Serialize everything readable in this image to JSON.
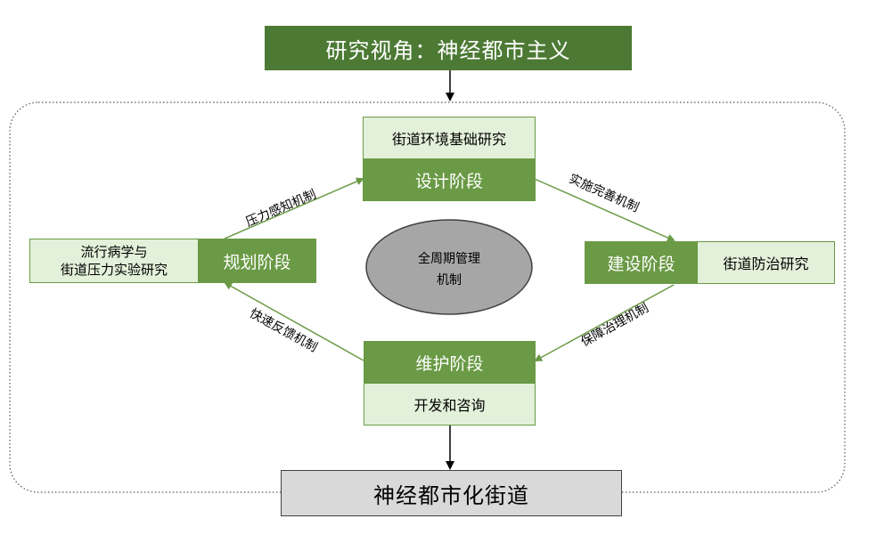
{
  "title": "研究视角：神经都市主义",
  "bottom": "神经都市化街道",
  "center": {
    "line1": "全周期管理",
    "line2": "机制"
  },
  "stages": {
    "design": {
      "name": "设计阶段",
      "research": "街道环境基础研究"
    },
    "planning": {
      "name": "规划阶段",
      "research_line1": "流行病学与",
      "research_line2": "街道压力实验研究"
    },
    "construction": {
      "name": "建设阶段",
      "research": "街道防治研究"
    },
    "maintenance": {
      "name": "维护阶段",
      "research": "开发和咨询"
    }
  },
  "mechanisms": {
    "planning_to_design": "压力感知机制",
    "design_to_construction": "实施完善机制",
    "construction_to_maintenance": "保障治理机制",
    "maintenance_to_planning": "快速反馈机制"
  },
  "colors": {
    "accent_dark": "#4c7a34",
    "accent": "#6a9a45",
    "light": "#e3f0da",
    "grey": "#d9d9d9",
    "ellipse": "#a6a6a6"
  }
}
